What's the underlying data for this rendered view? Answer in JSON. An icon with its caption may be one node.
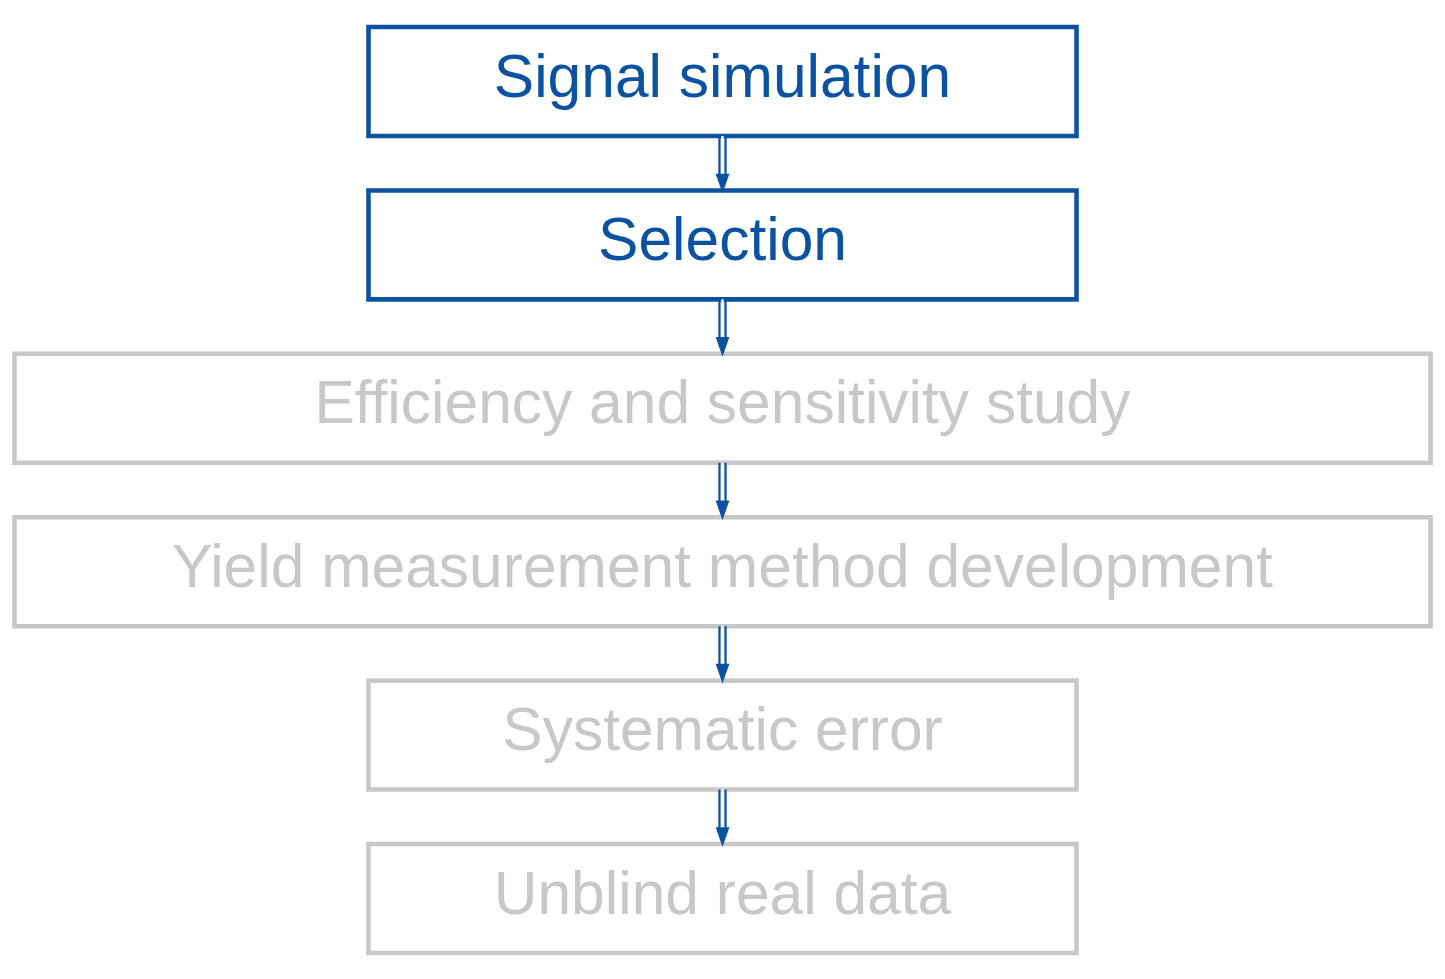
{
  "diagram": {
    "nodes": [
      {
        "text": [
          "Signal simulation"
        ]
      },
      {
        "text": [
          "Selection"
        ]
      },
      {
        "text": [
          "Efficiency and sensitivity study"
        ]
      },
      {
        "text": [
          "Yield measurement method development"
        ]
      },
      {
        "text": [
          "Systematic error"
        ]
      },
      {
        "text": [
          "Unblind real data"
        ]
      }
    ],
    "edges": [
      {
        "from": 0,
        "to": 1,
        "arrow": "to"
      },
      {
        "from": 1,
        "to": 2,
        "arrow": "to"
      },
      {
        "from": 2,
        "to": 3,
        "arrow": "to"
      },
      {
        "from": 3,
        "to": 4,
        "arrow": "to"
      },
      {
        "from": 4,
        "to": 5,
        "arrow": "to"
      }
    ]
  }
}
